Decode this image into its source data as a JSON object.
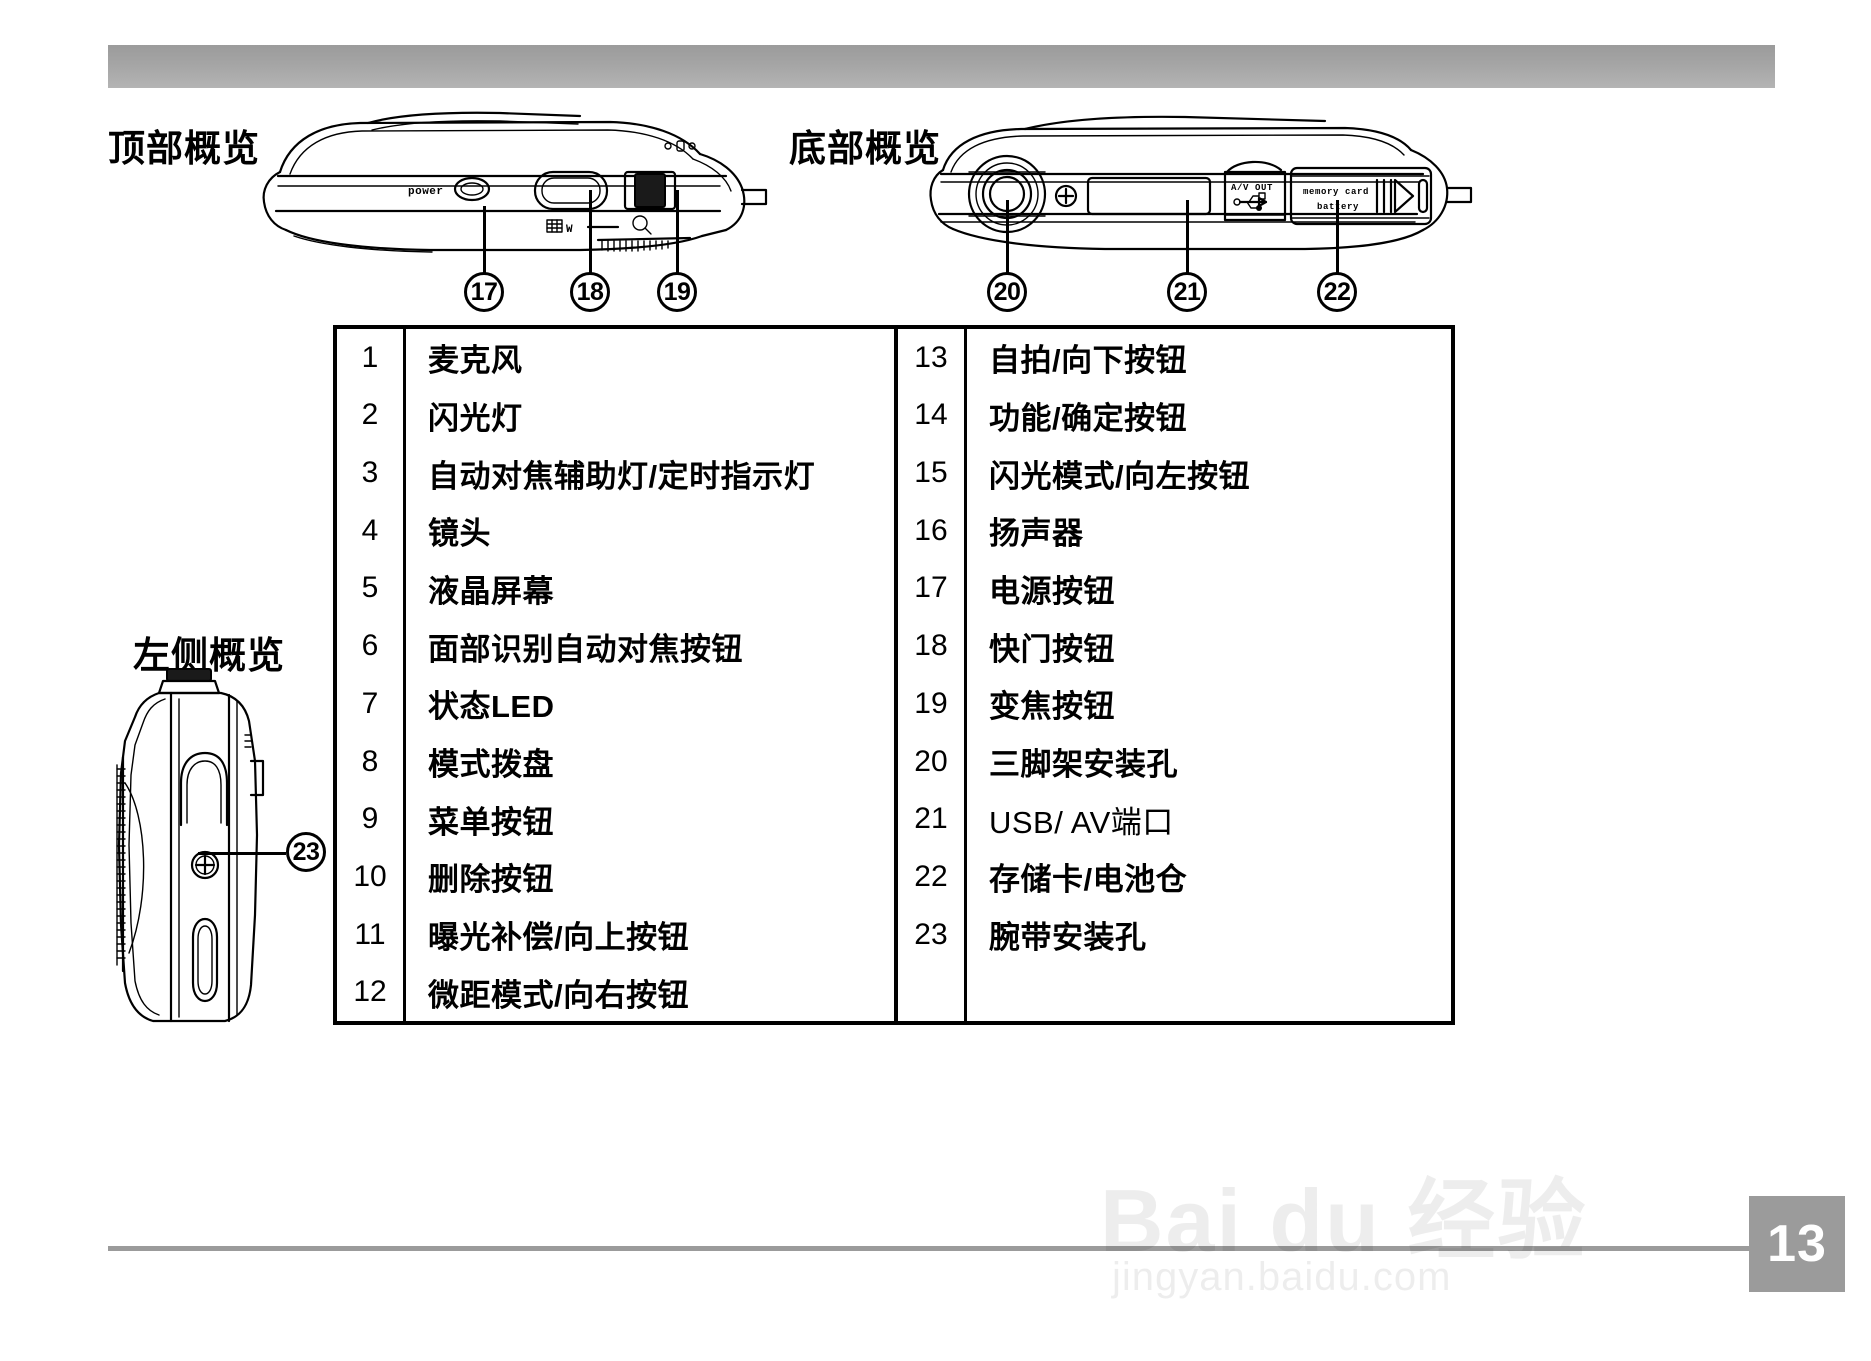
{
  "page": {
    "number": "13",
    "header_bar_color": "#a6a6a6",
    "page_number_bg": "#9b9b9b"
  },
  "sections": {
    "top_overview": "顶部概览",
    "bottom_overview": "底部概览",
    "left_overview": "左侧概览"
  },
  "diagram_labels": {
    "power": "power",
    "zoom_w": "W",
    "av_out": "A/V OUT",
    "memory_card": "memory card",
    "battery": "battery"
  },
  "callouts": {
    "top": [
      "17",
      "18",
      "19"
    ],
    "bottom": [
      "20",
      "21",
      "22"
    ],
    "left": [
      "23"
    ]
  },
  "parts_table": {
    "left_column": [
      {
        "number": "1",
        "label": "麦克风"
      },
      {
        "number": "2",
        "label": "闪光灯"
      },
      {
        "number": "3",
        "label": "自动对焦辅助灯/定时指示灯"
      },
      {
        "number": "4",
        "label": "镜头"
      },
      {
        "number": "5",
        "label": "液晶屏幕"
      },
      {
        "number": "6",
        "label": "面部识别自动对焦按钮"
      },
      {
        "number": "7",
        "label": "状态LED"
      },
      {
        "number": "8",
        "label": "模式拨盘"
      },
      {
        "number": "9",
        "label": "菜单按钮"
      },
      {
        "number": "10",
        "label": "删除按钮"
      },
      {
        "number": "11",
        "label": "曝光补偿/向上按钮"
      },
      {
        "number": "12",
        "label": "微距模式/向右按钮"
      }
    ],
    "right_column": [
      {
        "number": "13",
        "label": "自拍/向下按钮"
      },
      {
        "number": "14",
        "label": "功能/确定按钮"
      },
      {
        "number": "15",
        "label": "闪光模式/向左按钮"
      },
      {
        "number": "16",
        "label": "扬声器"
      },
      {
        "number": "17",
        "label": "电源按钮"
      },
      {
        "number": "18",
        "label": "快门按钮"
      },
      {
        "number": "19",
        "label": "变焦按钮"
      },
      {
        "number": "20",
        "label": "三脚架安装孔"
      },
      {
        "number": "21",
        "label": "USB/ AV端口"
      },
      {
        "number": "22",
        "label": "存储卡/电池仓"
      },
      {
        "number": "23",
        "label": "腕带安装孔"
      }
    ]
  },
  "watermark": {
    "logo": "Bai du 经验",
    "url": "jingyan.baidu.com"
  }
}
